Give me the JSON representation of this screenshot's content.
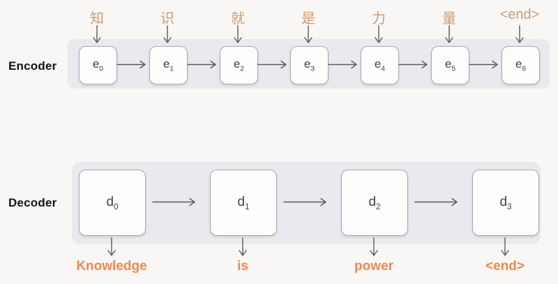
{
  "title": "Encoder-Decoder sequence-to-sequence diagram",
  "colors": {
    "background": "#f8f7f5",
    "band": "#eae9ef",
    "box_fill": "#fdfdfc",
    "box_border": "#a8a8b0",
    "arrow": "#5a5a5a",
    "source_token": "#cf9b6e",
    "output_token": "#f0894d",
    "section_label": "#141414"
  },
  "encoder": {
    "label": "Encoder",
    "inputs": [
      "知",
      "识",
      "就",
      "是",
      "力",
      "量",
      "<end>"
    ],
    "units": [
      {
        "base": "e",
        "sub": "0"
      },
      {
        "base": "e",
        "sub": "1"
      },
      {
        "base": "e",
        "sub": "2"
      },
      {
        "base": "e",
        "sub": "3"
      },
      {
        "base": "e",
        "sub": "4"
      },
      {
        "base": "e",
        "sub": "5"
      },
      {
        "base": "e",
        "sub": "6"
      }
    ]
  },
  "decoder": {
    "label": "Decoder",
    "units": [
      {
        "base": "d",
        "sub": "0"
      },
      {
        "base": "d",
        "sub": "1"
      },
      {
        "base": "d",
        "sub": "2"
      },
      {
        "base": "d",
        "sub": "3"
      }
    ],
    "outputs": [
      "Knowledge",
      "is",
      "power",
      "<end>"
    ]
  }
}
